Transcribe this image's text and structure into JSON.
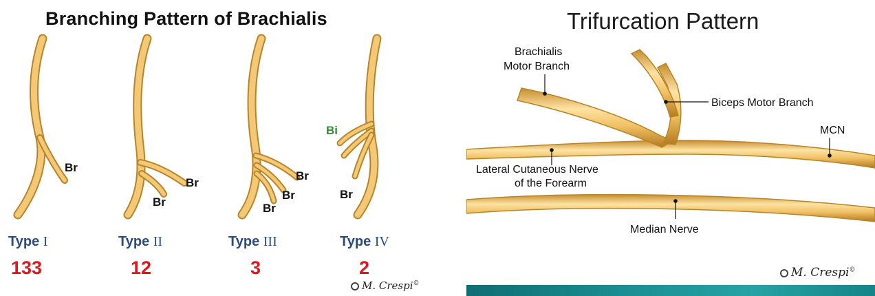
{
  "left_panel": {
    "title": "Branching Pattern of Brachialis",
    "types": [
      {
        "prefix": "Type ",
        "roman": "I",
        "count": "133"
      },
      {
        "prefix": "Type ",
        "roman": "II",
        "count": "12"
      },
      {
        "prefix": "Type ",
        "roman": "III",
        "count": "3"
      },
      {
        "prefix": "Type ",
        "roman": "IV",
        "count": "2"
      }
    ],
    "labels": {
      "br": "Br",
      "bi": "Bi"
    },
    "signature": "M. Crespi",
    "signature_mark": "©"
  },
  "right_panel": {
    "title": "Trifurcation Pattern",
    "labels": {
      "brachialis_line1": "Brachialis",
      "brachialis_line2": "Motor Branch",
      "biceps": "Biceps Motor Branch",
      "mcn": "MCN",
      "lcn_line1": "Lateral Cutaneous Nerve",
      "lcn_line2": "of the Forearm",
      "median": "Median Nerve"
    },
    "signature": "M. Crespi",
    "signature_mark": "©"
  },
  "colors": {
    "nerve_fill": "#f3c877",
    "nerve_outline": "#b78527",
    "type_label": "#2a4a86",
    "count": "#e3151b",
    "bi_label": "#2f8f2f",
    "teal_bar": "#1b8f93"
  }
}
